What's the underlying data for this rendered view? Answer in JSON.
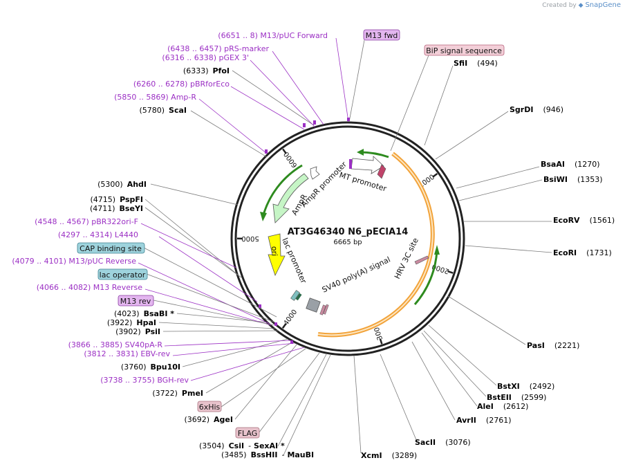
{
  "credit": {
    "prefix": "Created by",
    "brand": "SnapGene"
  },
  "plasmid": {
    "name": "AT3G46340 N6_pECIA14",
    "length_label": "6665 bp",
    "length": 6665
  },
  "ticks": [
    {
      "pos": 1000,
      "label": "1000"
    },
    {
      "pos": 2000,
      "label": "2000"
    },
    {
      "pos": 3000,
      "label": "3000"
    },
    {
      "pos": 4000,
      "label": "4000"
    },
    {
      "pos": 5000,
      "label": "5000"
    },
    {
      "pos": 6000,
      "label": "6000"
    }
  ],
  "enzymes_right": [
    {
      "name": "SfiI",
      "pos": "(494)"
    },
    {
      "name": "SgrDI",
      "pos": "(946)"
    },
    {
      "name": "BsaAI",
      "pos": "(1270)"
    },
    {
      "name": "BsiWI",
      "pos": "(1353)"
    },
    {
      "name": "EcoRV",
      "pos": "(1561)"
    },
    {
      "name": "EcoRI",
      "pos": "(1731)"
    },
    {
      "name": "PasI",
      "pos": "(2221)"
    },
    {
      "name": "BstXI",
      "pos": "(2492)"
    },
    {
      "name": "BstEII",
      "pos": "(2599)"
    },
    {
      "name": "AleI",
      "pos": "(2612)"
    },
    {
      "name": "AvrII",
      "pos": "(2761)"
    },
    {
      "name": "SacII",
      "pos": "(3076)"
    },
    {
      "name": "XcmI",
      "pos": "(3289)"
    }
  ],
  "enzymes_left": [
    {
      "name": "PfoI",
      "pos": "(6333)"
    },
    {
      "name": "ScaI",
      "pos": "(5780)"
    },
    {
      "name": "AhdI",
      "pos": "(5300)"
    },
    {
      "name": "PspFI",
      "pos": "(4715)"
    },
    {
      "name": "BseYI",
      "pos": "(4711)"
    },
    {
      "name": "BsaBI *",
      "pos": "(4023)"
    },
    {
      "name": "HpaI",
      "pos": "(3922)"
    },
    {
      "name": "PsiI",
      "pos": "(3902)"
    },
    {
      "name": "Bpu10I",
      "pos": "(3760)"
    },
    {
      "name": "PmeI",
      "pos": "(3722)"
    },
    {
      "name": "AgeI",
      "pos": "(3692)"
    }
  ],
  "enzymes_bottom": [
    {
      "pos": "(3504)",
      "name": "CsiI",
      "sep": "-",
      "name2": "SexAI *"
    },
    {
      "pos": "(3485)",
      "name": "BssHII",
      "sep": "-",
      "name2": "MauBI"
    }
  ],
  "primers": [
    {
      "text": "(6651 .. 8)  M13/pUC Forward"
    },
    {
      "text": "(6438 .. 6457)  pRS-marker"
    },
    {
      "text": "(6316 .. 6338)  pGEX 3'"
    },
    {
      "text": "(6260 .. 6278)  pBRforEco"
    },
    {
      "text": "(5850 .. 5869)  Amp-R"
    },
    {
      "text": "(4548 .. 4567)  pBR322ori-F"
    },
    {
      "text": "(4297 .. 4314)  L4440"
    },
    {
      "text": "(4079 .. 4101)  M13/pUC Reverse"
    },
    {
      "text": "(4066 .. 4082)  M13 Reverse"
    },
    {
      "text": "(3866 .. 3885)  SV40pA-R"
    },
    {
      "text": "(3812 .. 3831)  EBV-rev"
    },
    {
      "text": "(3738 .. 3755)  BGH-rev"
    }
  ],
  "boxed_features": [
    {
      "text": "M13 fwd",
      "fill": "#e3b6ef",
      "stroke": "#8a3fa3"
    },
    {
      "text": "BiP signal sequence",
      "fill": "#f3cfd8",
      "stroke": "#b5607a"
    },
    {
      "text": "CAP binding site",
      "fill": "#9ed3dd",
      "stroke": "#3f8090"
    },
    {
      "text": "lac operator",
      "fill": "#9ed3dd",
      "stroke": "#3f8090"
    },
    {
      "text": "M13 rev",
      "fill": "#e3b6ef",
      "stroke": "#8a3fa3"
    },
    {
      "text": "6xHis",
      "fill": "#e8c3cc",
      "stroke": "#a9707e"
    },
    {
      "text": "FLAG",
      "fill": "#e8c3cc",
      "stroke": "#a9707e"
    }
  ],
  "inner_features": [
    {
      "text": "MT promoter"
    },
    {
      "text": "AmpR"
    },
    {
      "text": "AmpR promoter"
    },
    {
      "text": "ori"
    },
    {
      "text": "lac promoter"
    },
    {
      "text": "SV40 poly(A) signal"
    },
    {
      "text": "HRV 3C site"
    }
  ],
  "colors": {
    "primer": "#9b2fc4",
    "enzyme": "#000000",
    "backbone": "#222222",
    "gene_orange": "#f2a33a",
    "gene_green": "#2e8b1f",
    "ampr_fill": "#c6f5c6",
    "ori_fill": "#ffff00"
  }
}
